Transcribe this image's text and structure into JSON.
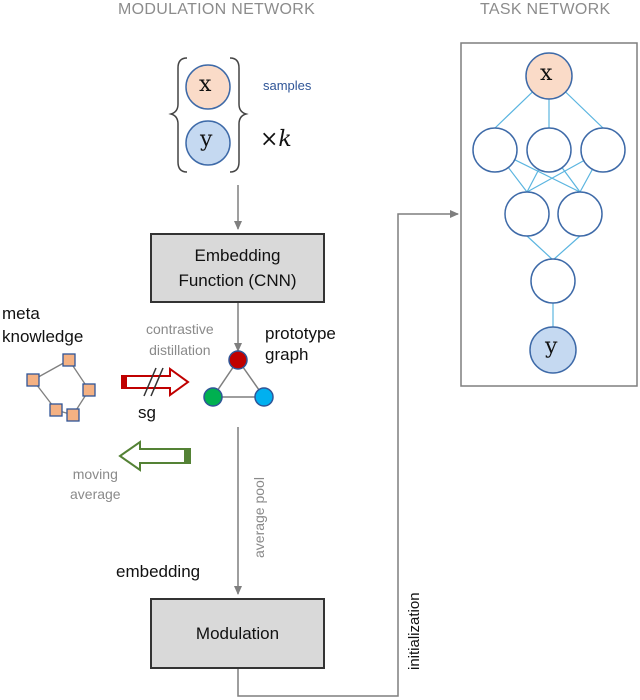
{
  "headers": {
    "modulation": "MODULATION NETWORK",
    "task": "TASK NETWORK"
  },
  "inputs": {
    "x": "x",
    "y": "y",
    "samples_label": "samples",
    "times_k": "×k"
  },
  "boxes": {
    "embedding_line1": "Embedding",
    "embedding_line2": "Function (CNN)",
    "modulation": "Modulation"
  },
  "labels": {
    "meta_knowledge_line1": "meta",
    "meta_knowledge_line2": "knowledge",
    "contrastive_line1": "contrastive",
    "contrastive_line2": "distillation",
    "prototype_line1": "prototype",
    "prototype_line2": "graph",
    "sg": "sg",
    "moving_line1": "moving",
    "moving_line2": "average",
    "average_pool": "average pool",
    "embedding": "embedding",
    "initialization": "initialization"
  },
  "task_network": {
    "input_label": "x",
    "output_label": "y"
  },
  "colors": {
    "x_node": "#fadbc8",
    "y_node": "#c5d9f1",
    "node_stroke": "#3e6aa8",
    "nn_edge": "#5bb5e0",
    "meta_square": "#f4b183",
    "proto_red": "#c00000",
    "proto_green": "#00b050",
    "proto_blue": "#00b0f0",
    "sg_arrow": "#c00000",
    "moving_arrow": "#548235"
  }
}
